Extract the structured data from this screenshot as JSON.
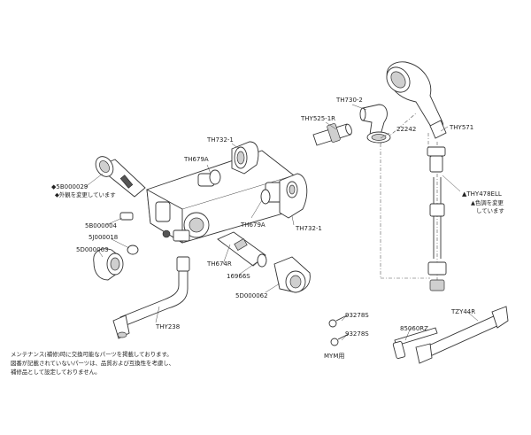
{
  "parts": {
    "th730_2": "TH730-2",
    "thy525_1r": "THY525-1R",
    "p22242": "22242",
    "thy571": "THY571",
    "th732_1_top": "TH732-1",
    "th679a_top": "TH679A",
    "sb000029": "◆5B000029",
    "sb000004": "5B000004",
    "sj000018": "5J000018",
    "sd000063": "5D000063",
    "th679a_mid": "TH679A",
    "th732_1_mid": "TH732-1",
    "th674r": "TH674R",
    "p16966s": "16966S",
    "sd000062": "5D000062",
    "thy238": "THY238",
    "thy478ell": "▲THY478ELL",
    "p93278s_a": "93278S",
    "p93278s_b": "93278S",
    "mym": "MYM用",
    "p85060rz": "85060RZ",
    "tzy44r": "TZY44R"
  },
  "notes": {
    "diamond_note": "◆外観を変更しています",
    "triangle_note_1": "▲色調を変更",
    "triangle_note_2": "しています",
    "footer_1": "メンテナンス(補修)時に交換可能なパーツを掲載しております。",
    "footer_2": "図番が記載されていないパーツは、品質および互換性を考慮し、",
    "footer_3": "補修品として設定しておりません。"
  }
}
